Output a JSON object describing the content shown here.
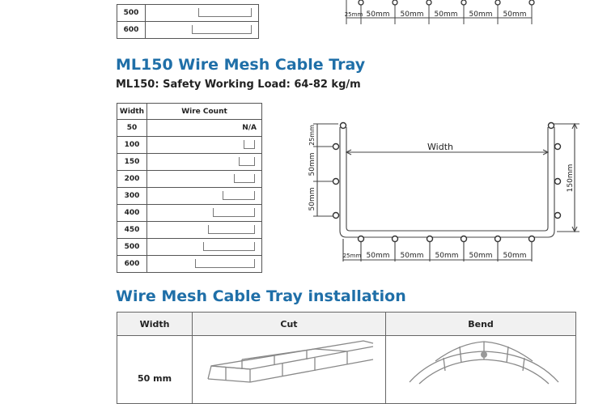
{
  "top_table": {
    "rows": [
      {
        "width": "500"
      },
      {
        "width": "600"
      }
    ]
  },
  "top_dims": [
    "25mm",
    "50mm",
    "50mm",
    "50mm",
    "50mm",
    "50mm"
  ],
  "section_ml150": {
    "title": "ML150 Wire Mesh Cable Tray",
    "subtitle": "ML150: Safety Working Load: 64-82 kg/m",
    "table": {
      "headers": [
        "Width",
        "Wire Count"
      ],
      "rows": [
        {
          "width": "50",
          "count": "N/A"
        },
        {
          "width": "100",
          "count": ""
        },
        {
          "width": "150",
          "count": ""
        },
        {
          "width": "200",
          "count": ""
        },
        {
          "width": "300",
          "count": ""
        },
        {
          "width": "400",
          "count": ""
        },
        {
          "width": "450",
          "count": ""
        },
        {
          "width": "500",
          "count": ""
        },
        {
          "width": "600",
          "count": ""
        }
      ]
    },
    "diagram": {
      "width_label": "Width",
      "height_label": "150mm",
      "left_dims": [
        "25mm",
        "50mm",
        "50mm"
      ],
      "bottom_dims": [
        "25mm",
        "50mm",
        "50mm",
        "50mm",
        "50mm",
        "50mm"
      ]
    }
  },
  "section_install": {
    "title": "Wire Mesh Cable Tray installation",
    "headers": [
      "Width",
      "Cut",
      "Bend"
    ],
    "rows": [
      {
        "width": "50 mm"
      }
    ]
  }
}
